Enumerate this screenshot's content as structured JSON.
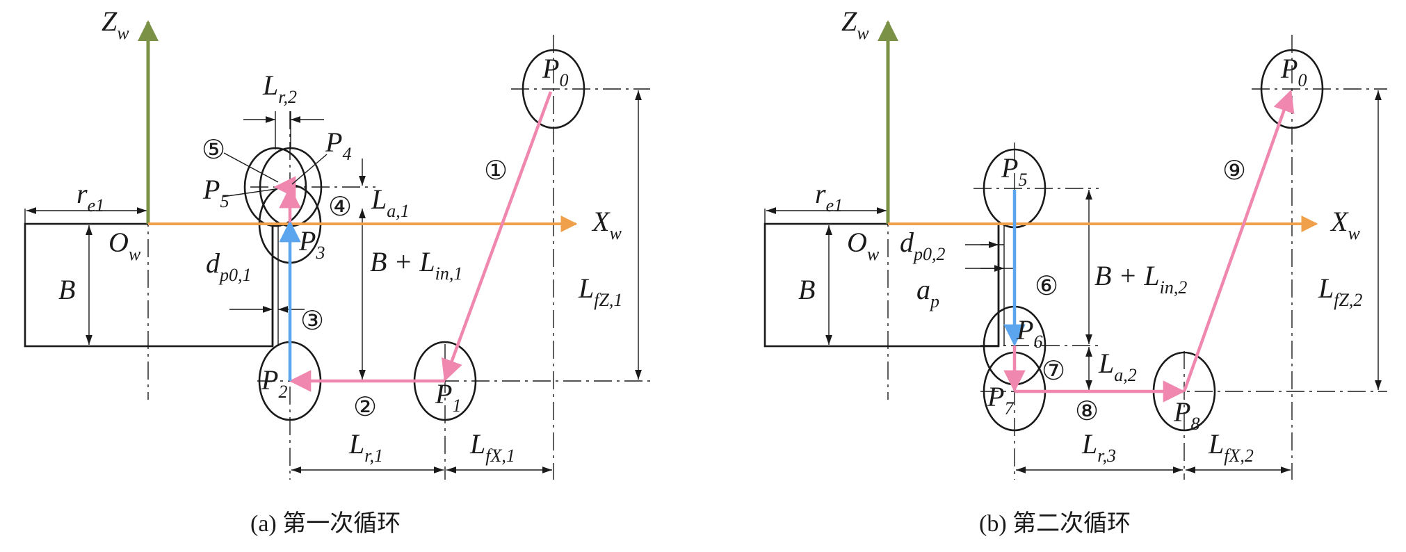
{
  "colors": {
    "zAxis": "#7a9146",
    "xAxis": "#f0a04b",
    "pink": "#ef87ae",
    "blue": "#5aa5ee",
    "line": "#1a1a1a"
  },
  "panelA": {
    "caption": "(a) 第一次循环",
    "axisZ": "Z",
    "axisZSub": "w",
    "axisX": "X",
    "axisXSub": "w",
    "origin": "O",
    "originSub": "w",
    "re": "r",
    "reSub": "e1",
    "B": "B",
    "dp": "d",
    "dpSub": "p0,1",
    "BL": "B + L",
    "BLSub": "in,1",
    "Lfz": "L",
    "LfzSub": "fZ,1",
    "Lr2": "L",
    "Lr2Sub": "r,2",
    "La": "L",
    "LaSub": "a,1",
    "Lr1": "L",
    "Lr1Sub": "r,1",
    "Lfx": "L",
    "LfxSub": "fX,1",
    "P0": "P",
    "P0Sub": "0",
    "P1": "P",
    "P1Sub": "1",
    "P2": "P",
    "P2Sub": "2",
    "P3": "P",
    "P3Sub": "3",
    "P4": "P",
    "P4Sub": "4",
    "P5": "P",
    "P5Sub": "5",
    "n1": "①",
    "n2": "②",
    "n3": "③",
    "n4": "④",
    "n5": "⑤"
  },
  "panelB": {
    "caption": "(b) 第二次循环",
    "axisZ": "Z",
    "axisZSub": "w",
    "axisX": "X",
    "axisXSub": "w",
    "origin": "O",
    "originSub": "w",
    "re": "r",
    "reSub": "e1",
    "B": "B",
    "dp": "d",
    "dpSub": "p0,2",
    "ap": "a",
    "apSub": "p",
    "BL": "B + L",
    "BLSub": "in,2",
    "Lfz": "L",
    "LfzSub": "fZ,2",
    "La": "L",
    "LaSub": "a,2",
    "Lr3": "L",
    "Lr3Sub": "r,3",
    "Lfx": "L",
    "LfxSub": "fX,2",
    "P0": "P",
    "P0Sub": "0",
    "P5": "P",
    "P5Sub": "5",
    "P6": "P",
    "P6Sub": "6",
    "P7": "P",
    "P7Sub": "7",
    "P8": "P",
    "P8Sub": "8",
    "n6": "⑥",
    "n7": "⑦",
    "n8": "⑧",
    "n9": "⑨"
  }
}
